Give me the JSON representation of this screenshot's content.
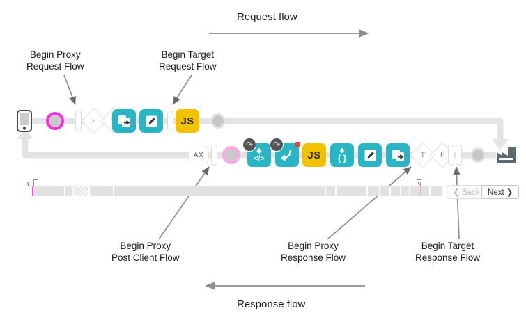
{
  "diagram": {
    "title_request": "Request flow",
    "title_response": "Response flow",
    "callouts": [
      {
        "id": "begin-proxy-request-flow",
        "line1": "Begin Proxy",
        "line2": "Request Flow"
      },
      {
        "id": "begin-target-request-flow",
        "line1": "Begin Target",
        "line2": "Request Flow"
      },
      {
        "id": "begin-proxy-post-client-flow",
        "line1": "Begin Proxy",
        "line2": "Post Client Flow"
      },
      {
        "id": "begin-proxy-response-flow",
        "line1": "Begin Proxy",
        "line2": "Response Flow"
      },
      {
        "id": "begin-target-response-flow",
        "line1": "Begin Target",
        "line2": "Response Flow"
      }
    ],
    "colors": {
      "teal": "#29b5c4",
      "yellow": "#f2c200",
      "magenta": "#ff2fe0",
      "pink_soft": "#ffa8e8",
      "rail": "#e4e4e4",
      "target_icon": "#5a6a72",
      "badge": "#545454"
    },
    "request_row": {
      "nodes": [
        {
          "kind": "client-icon",
          "label": "client-device"
        },
        {
          "kind": "ring-hot",
          "label": ""
        },
        {
          "kind": "capsule",
          "label": ""
        },
        {
          "kind": "diamond-f",
          "label": "F"
        },
        {
          "kind": "diamond-t",
          "label": "T"
        },
        {
          "kind": "box-teal",
          "label": "assign-message-icon"
        },
        {
          "kind": "box-teal",
          "label": "edit-policy-icon"
        },
        {
          "kind": "capsule",
          "label": ""
        },
        {
          "kind": "box-yellow",
          "label": "JS"
        },
        {
          "kind": "circle-grey",
          "label": ""
        }
      ]
    },
    "response_row": {
      "nodes": [
        {
          "kind": "ax-box",
          "label": "AX"
        },
        {
          "kind": "capsule",
          "label": ""
        },
        {
          "kind": "ring-soft",
          "label": ""
        },
        {
          "kind": "box-teal",
          "label": "xml-code-icon",
          "glyph": "</>",
          "badge": "undo"
        },
        {
          "kind": "box-teal",
          "label": "raise-fault-icon",
          "glyph": "↵",
          "badge": "undo"
        },
        {
          "kind": "box-yellow",
          "label": "JS"
        },
        {
          "kind": "box-teal",
          "label": "json-braces-icon",
          "glyph": "{}"
        },
        {
          "kind": "box-teal",
          "label": "edit-policy-icon"
        },
        {
          "kind": "box-teal",
          "label": "assign-message-icon"
        },
        {
          "kind": "diamond-t",
          "label": "T"
        },
        {
          "kind": "diamond-f",
          "label": "F"
        },
        {
          "kind": "capsule",
          "label": ""
        },
        {
          "kind": "capsule",
          "label": ""
        },
        {
          "kind": "circle-grey",
          "label": ""
        },
        {
          "kind": "target-icon",
          "label": "target-endpoint"
        }
      ]
    },
    "timeline": {
      "marker_left_label": "3",
      "marker_right_label": "6",
      "segments_note": ""
    },
    "buttons": {
      "back": "❮ Back",
      "next": "Next ❯"
    }
  }
}
